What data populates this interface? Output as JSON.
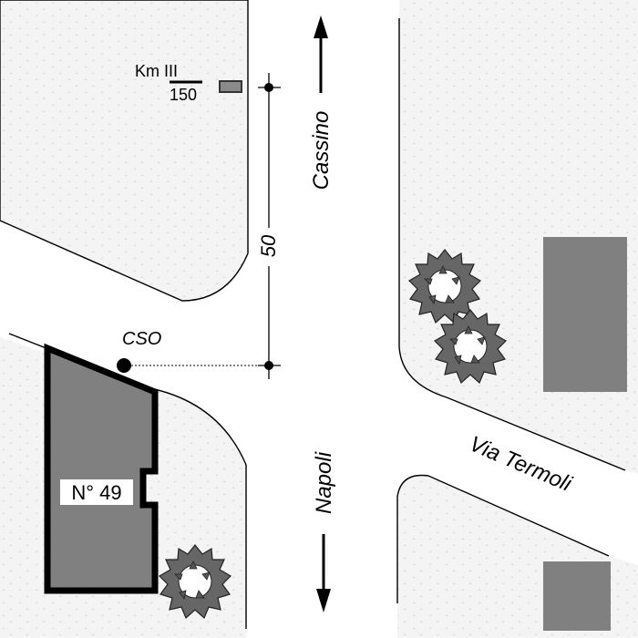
{
  "labels": {
    "km_top": "Km III",
    "km_bottom": "150",
    "north_direction": "Cassino",
    "south_direction": "Napoli",
    "distance": "50",
    "point_label": "CSO",
    "building_number": "N° 49",
    "side_street": "Via Termoli"
  },
  "colors": {
    "background": "#ffffff",
    "block_fill": "#f4f4f4",
    "block_texture": "#dcdcdc",
    "building_fill": "#808080",
    "outline": "#000000",
    "tree_fill": "#666666"
  },
  "icons": {
    "direction_arrows": "double-headed-arrow",
    "trees": "tree-canopy-icon",
    "milestone": "milestone-marker-icon",
    "point": "survey-point-marker"
  }
}
